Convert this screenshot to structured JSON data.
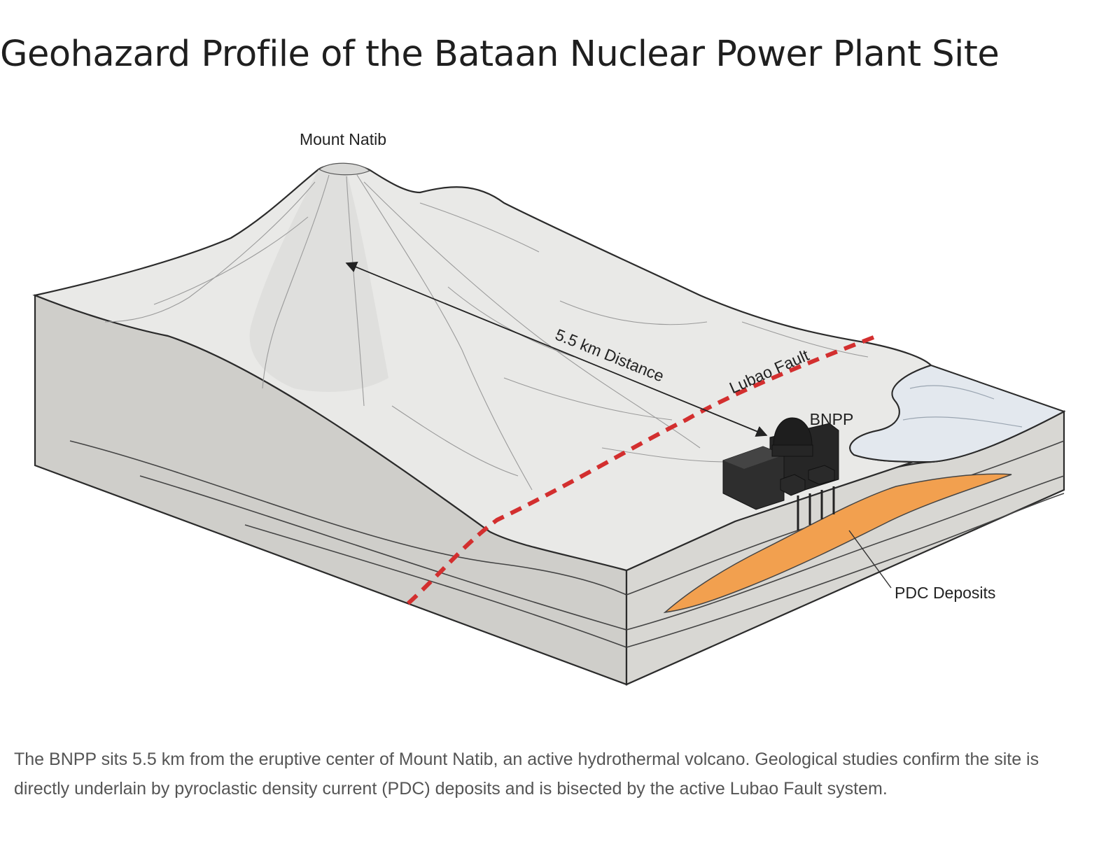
{
  "title": "Geohazard Profile of the Bataan Nuclear Power Plant Site",
  "diagram": {
    "labels": {
      "volcano": "Mount Natib",
      "distance": "5.5 km Distance",
      "fault": "Lubao Fault",
      "plant": "BNPP",
      "deposits": "PDC Deposits"
    },
    "colors": {
      "terrain": "#e9e9e7",
      "cross_section": "#cfceca",
      "fault_line": "#d32f2f",
      "pdc_deposits": "#f2a04f",
      "water": "#e3e8ee",
      "plant": "#262626"
    }
  },
  "caption": "The BNPP sits 5.5 km from the eruptive center of Mount Natib, an active hydrothermal volcano. Geological studies confirm the site is directly underlain by pyroclastic density current (PDC) deposits and is bisected by the active Lubao Fault system."
}
